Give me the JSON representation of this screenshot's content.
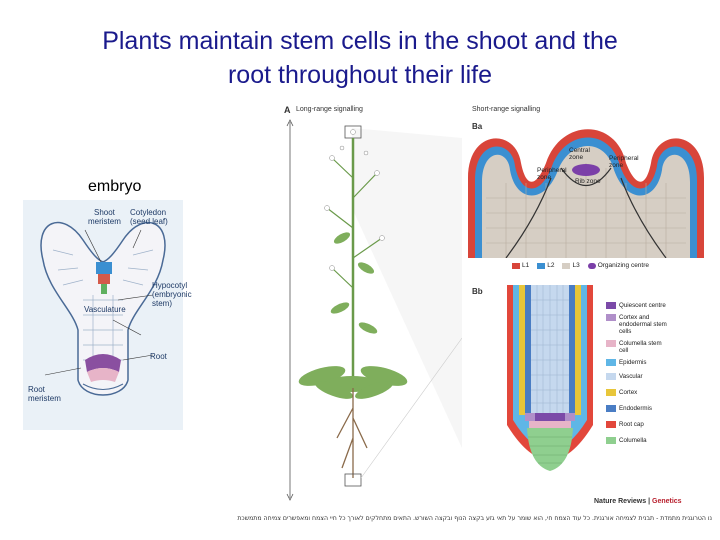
{
  "slide": {
    "title_line1": "Plants maintain stem cells in the shoot and the",
    "title_line2": "root throughout their life",
    "embryo_label": "embryo"
  },
  "embryo_figure": {
    "shoot_meristem": "Shoot\nmeristem",
    "cotyledon": "Cotyledon\n(seed leaf)",
    "hypocotyl": "Hypocotyl\n(embryonic\nstem)",
    "vasculature": "Vasculature",
    "root": "Root",
    "root_meristem": "Root\nmeristem"
  },
  "panel_a": {
    "letter": "A",
    "title": "Long-range signalling"
  },
  "panel_ba": {
    "letter": "Ba",
    "title": "Short-range signalling",
    "central_zone": "Central\nzone",
    "peripheral_zone": "Peripheral\nzone",
    "peripheral_zone_left": "Peripheral\nzone",
    "rib_zone": "Rib zone",
    "legend": [
      {
        "label": "L1",
        "color": "#d8453a"
      },
      {
        "label": "L2",
        "color": "#3b8fd1"
      },
      {
        "label": "L3",
        "color": "#d6cec4"
      },
      {
        "label": "Organizing centre",
        "color": "#7b3fa8"
      }
    ]
  },
  "panel_bb": {
    "letter": "Bb",
    "legend": [
      {
        "label": "Quiescent centre",
        "color": "#7b4aa8"
      },
      {
        "label": "Cortex and endodermal stem cells",
        "color": "#b08fc9"
      },
      {
        "label": "Columella stem cell",
        "color": "#e7b4c8"
      },
      {
        "label": "Epidermis",
        "color": "#5fb6e6"
      },
      {
        "label": "Vascular",
        "color": "#c5d8ee"
      },
      {
        "label": "Cortex",
        "color": "#e8c63a"
      },
      {
        "label": "Endodermis",
        "color": "#4a7dc4"
      },
      {
        "label": "Root cap",
        "color": "#e2473b"
      },
      {
        "label": "Columella",
        "color": "#8fcf8f"
      }
    ]
  },
  "credit": {
    "brand": "Nature Reviews",
    "separator": " | ",
    "journal": "Genetics"
  },
  "caption": "נו הטרוגנית מתמדת - תבנית לצמיחה אורגנית. כל עוד הצמח חי, הוא שומר על תאי גזע בקצה הנוף ובקצה השורש. התאים מתחלקים לאורך כל חיי הצמח ומאפשרים צמיחה מתמשכת"
}
